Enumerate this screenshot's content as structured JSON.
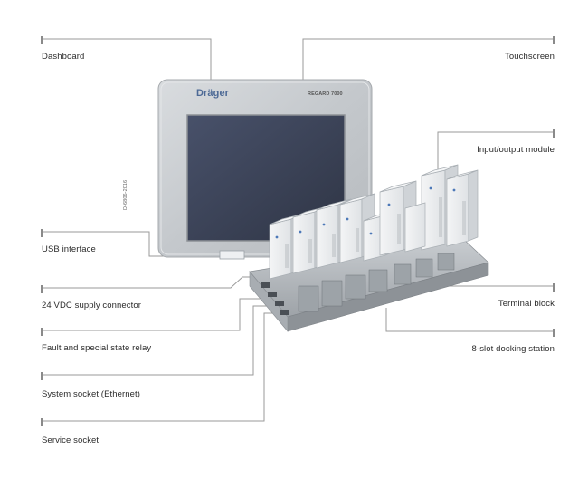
{
  "labels": {
    "dashboard": "Dashboard",
    "touchscreen": "Touchscreen",
    "io_module": "Input/output module",
    "usb": "USB interface",
    "vdc": "24 VDC supply connector",
    "terminal": "Terminal block",
    "relay": "Fault and special state relay",
    "docking": "8-slot docking station",
    "ethernet": "System socket (Ethernet)",
    "service": "Service socket"
  },
  "device": {
    "brand": "Dräger",
    "model": "REGARD 7000",
    "photo_code": "D-6806-2016"
  },
  "colors": {
    "leader_line": "#9a9a9a",
    "screen": "#3a4252",
    "bezel": "#c8ccd0",
    "module": "#e6e9ec",
    "terminal": "#a9aeb2"
  }
}
